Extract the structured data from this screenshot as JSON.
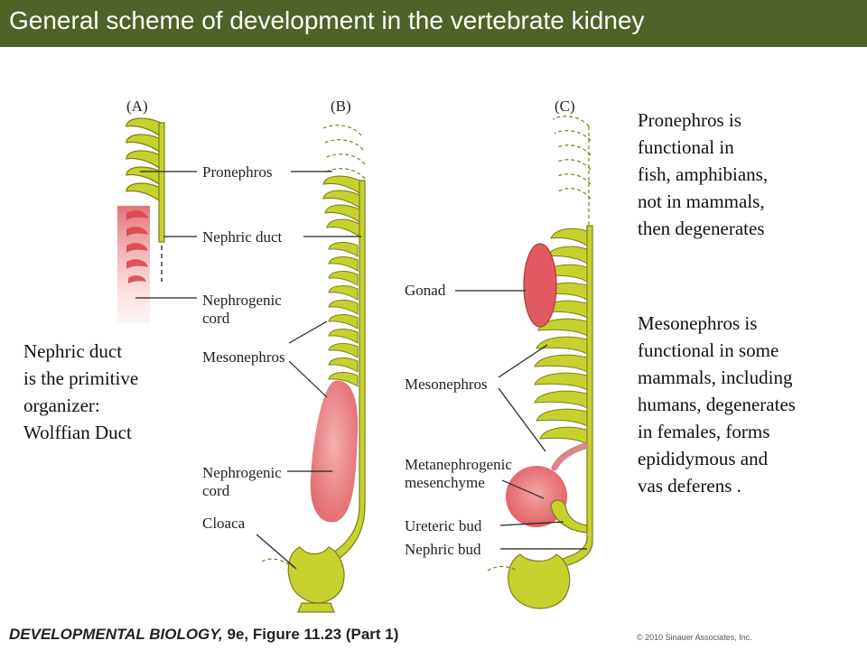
{
  "title": "General scheme of development in the vertebrate kidney",
  "panels": {
    "a": "(A)",
    "b": "(B)",
    "c": "(C)"
  },
  "labels": {
    "pronephros": "Pronephros",
    "nephric_duct": "Nephric duct",
    "nephrogenic_cord_a": "Nephrogenic\ncord",
    "mesonephros_b": "Mesonephros",
    "nephrogenic_cord_b": "Nephrogenic\ncord",
    "cloaca": "Cloaca",
    "gonad": "Gonad",
    "mesonephros_c": "Mesonephros",
    "metanephrogenic": "Metanephrogenic\nmesenchyme",
    "ureteric_bud": "Ureteric bud",
    "nephric_bud": "Nephric bud"
  },
  "notes": {
    "pronephros": "Pronephros is\nfunctional in\nfish, amphibians,\nnot in mammals,\nthen degenerates",
    "mesonephros": "Mesonephros is\nfunctional in some\nmammals, including\nhumans, degenerates\nin females, forms\nepididymous and\nvas deferens .",
    "nephric_duct": "Nephric duct\nis the primitive\norganizer:\nWolffian Duct"
  },
  "caption": {
    "bold": "DEVELOPMENTAL BIOLOGY, ",
    "rest": "9e, Figure 11.23 (Part 1)"
  },
  "copyright": "© 2010 Sinauer Associates, Inc.",
  "colors": {
    "title_bar": "#4f6228",
    "tubule": "#c7d12e",
    "outline": "#7a7f1a",
    "mesenchyme": "#e05a5f"
  }
}
